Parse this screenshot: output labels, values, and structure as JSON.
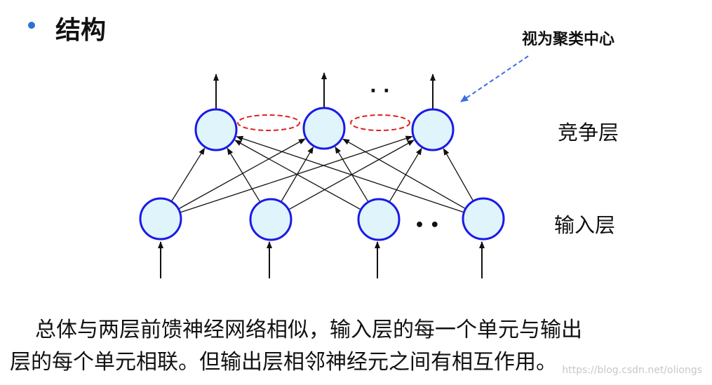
{
  "slide": {
    "title": "结构",
    "callout": "视为聚类中心",
    "labels": {
      "competitive_layer": "竞争层",
      "input_layer": "输入层"
    },
    "ellipsis_top": "· ·",
    "ellipsis_bottom": "• •",
    "caption": {
      "line1": "总体与两层前馈神经网络相似，输入层的每一个单元与输出",
      "line2": "层的每个单元相联。但输出层相邻神经元之间有相互作用。"
    },
    "watermark": "https://blog.csdn.net/oliongs"
  },
  "colors": {
    "node_fill": "#dff4fb",
    "node_stroke": "#1a1ae6",
    "lateral_dash": "#e02020",
    "callout_arrow": "#3a6fe0",
    "bullet": "#2e6fd8"
  }
}
